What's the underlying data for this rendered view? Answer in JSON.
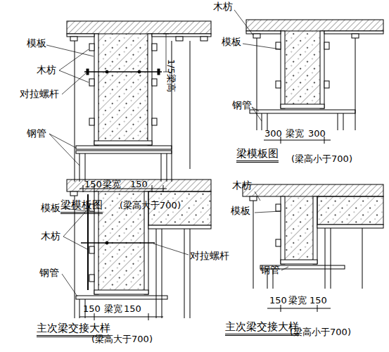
{
  "diagram": {
    "labels": [
      "模板",
      "1/5梁高",
      "木枋",
      "对拉螺杆",
      "钢管",
      "150",
      "梁宽",
      "150",
      "梁模板图",
      "(梁高大于700)",
      "木枋",
      "模板",
      "钢管",
      "300",
      "梁宽",
      "300",
      "梁模板图",
      "(梁高小于700)",
      "模板",
      "木枋",
      "对拉螺杆",
      "钢管",
      "150",
      "梁宽",
      "150",
      "主次梁交接大样",
      "(梁高大于700)",
      "木枋",
      "模板",
      "钢管",
      "150",
      "梁宽",
      "150",
      "主次梁交接大样",
      "(梁高小于700)"
    ]
  }
}
